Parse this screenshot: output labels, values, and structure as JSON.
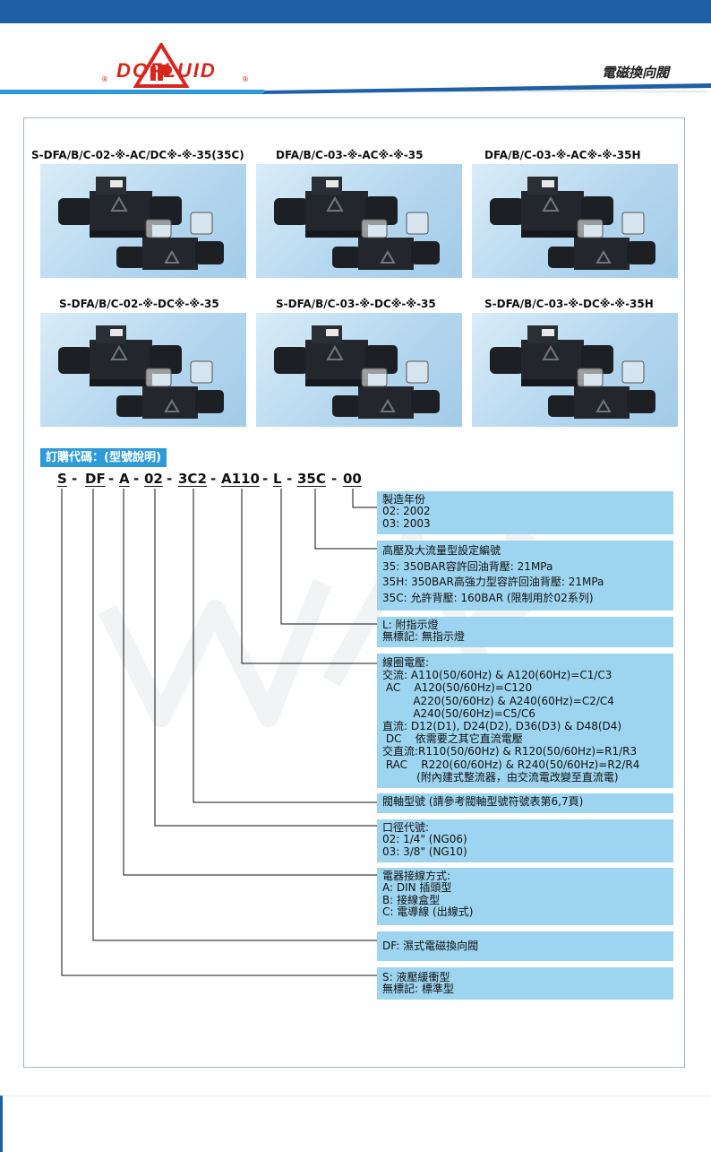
{
  "header": {
    "brand": "DOFLUID",
    "reg": "®",
    "doc_title": "電磁換向閥",
    "colors": {
      "bar": "#1f5fa5",
      "brand": "#d8261c",
      "accent": "#2e9bd8",
      "box": "#9dd4ef"
    }
  },
  "products": [
    {
      "caption": "S-DFA/B/C-02-※-AC/DC※-※-35(35C)"
    },
    {
      "caption": "DFA/B/C-03-※-AC※-※-35"
    },
    {
      "caption": "DFA/B/C-03-※-AC※-※-35H"
    },
    {
      "caption": "S-DFA/B/C-02-※-DC※-※-35"
    },
    {
      "caption": "S-DFA/B/C-03-※-DC※-※-35"
    },
    {
      "caption": "S-DFA/B/C-03-※-DC※-※-35H"
    }
  ],
  "order_code": {
    "title": "訂購代碼：(型號說明)",
    "segments": [
      "S",
      "DF",
      "A",
      "02",
      "3C2",
      "A110",
      "L",
      "35C",
      "00"
    ],
    "separator": "-"
  },
  "descriptions": [
    {
      "lines": [
        "製造年份",
        "02: 2002",
        "03: 2003"
      ]
    },
    {
      "lines": [
        "高壓及大流量型設定編號",
        "35: 350BAR容許回油背壓: 21MPa",
        "35H: 350BAR高強力型容許回油背壓: 21MPa",
        "35C: 允許背壓: 160BAR (限制用於02系列)"
      ]
    },
    {
      "lines": [
        "L: 附指示燈",
        "無標記: 無指示燈"
      ]
    },
    {
      "lines": [
        "線圈電壓:",
        "交流: A110(50/60Hz) & A120(60Hz)=C1/C3",
        " AC    A120(50/60Hz)=C120",
        "         A220(50/60Hz) & A240(60Hz)=C2/C4",
        "         A240(50/60Hz)=C5/C6",
        "直流: D12(D1), D24(D2), D36(D3) & D48(D4)",
        " DC    依需要之其它直流電壓",
        "交直流:R110(50/60Hz) & R120(50/60Hz)=R1/R3",
        " RAC    R220(60/60Hz) & R240(50/60Hz)=R2/R4",
        "          (附內建式整流器，由交流電改變至直流電)"
      ]
    },
    {
      "lines": [
        "閥軸型號 (請參考閥軸型號符號表第6,7頁)"
      ]
    },
    {
      "lines": [
        "口徑代號:",
        "02: 1/4\" (NG06)",
        "03: 3/8\" (NG10)"
      ]
    },
    {
      "lines": [
        "電器接線方式:",
        "A: DIN 插頭型",
        "B: 接線盒型",
        "C: 電導線 (出線式)"
      ]
    },
    {
      "lines": [
        "DF: 濕式電磁換向閥"
      ]
    },
    {
      "lines": [
        "S: 液壓緩衝型",
        "無標記: 標準型"
      ]
    }
  ]
}
